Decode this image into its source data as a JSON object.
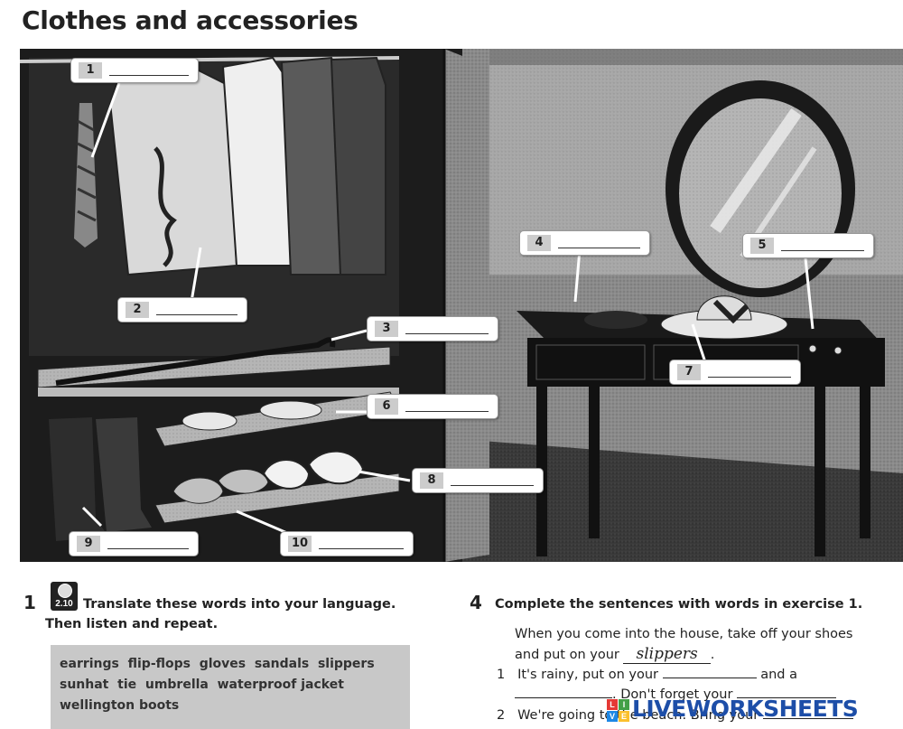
{
  "page_title": "Clothes and accessories",
  "labels": [
    {
      "num": "1"
    },
    {
      "num": "2"
    },
    {
      "num": "3"
    },
    {
      "num": "4"
    },
    {
      "num": "5"
    },
    {
      "num": "6"
    },
    {
      "num": "7"
    },
    {
      "num": "8"
    },
    {
      "num": "9"
    },
    {
      "num": "10"
    }
  ],
  "exercise1": {
    "number": "1",
    "audio_code": "2.10",
    "instruction_line1": "Translate these words into your language.",
    "instruction_line2": "Then listen and repeat.",
    "words_line1": "earrings  flip-flops  gloves  sandals  slippers",
    "words_line2": "sunhat  tie  umbrella  waterproof jacket",
    "words_line3": "wellington boots"
  },
  "exercise4": {
    "number": "4",
    "instruction": "Complete the sentences with words in exercise 1.",
    "example_line1": "When you come into the house, take off your shoes",
    "example_line2_pre": "and put on your",
    "example_answer": "slippers",
    "example_line2_post": ".",
    "s1_num": "1",
    "s1_line1_pre": "It's rainy, put on your",
    "s1_line1_post": "and a",
    "s1_line2_post": ". Don't forget your",
    "s2_num": "2",
    "s2_text": "We're going to the beach. Bring your"
  },
  "watermark": {
    "text": "LIVEWORKSHEETS",
    "logo_letters": [
      "L",
      "I",
      "V",
      "E"
    ],
    "colors": [
      "#e53935",
      "#43a047",
      "#1e88e5",
      "#fbc02d"
    ]
  }
}
